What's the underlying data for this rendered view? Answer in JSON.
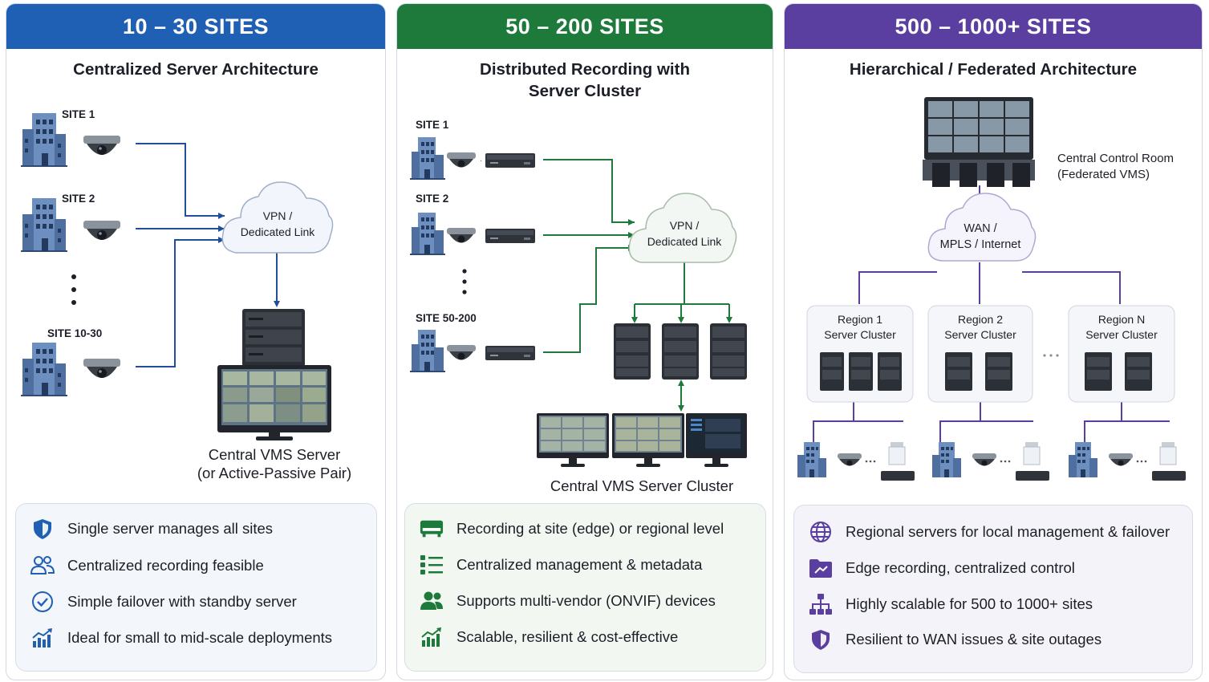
{
  "panels": [
    {
      "header": "10 – 30 SITES",
      "color": "#1f5fb4",
      "subtitle_lines": [
        "Centralized Server Architecture"
      ],
      "sites": [
        "SITE 1",
        "SITE 2",
        "SITE 10-30"
      ],
      "cloud_lines": [
        "VPN /",
        "Dedicated Link"
      ],
      "caption_lines": [
        "Central VMS Server",
        "(or Active-Passive Pair)"
      ],
      "features": [
        {
          "icon": "shield-icon",
          "text": "Single server manages all sites"
        },
        {
          "icon": "users-icon",
          "text": "Centralized recording feasible"
        },
        {
          "icon": "check-circle-icon",
          "text": "Simple failover with standby server"
        },
        {
          "icon": "growth-chart-icon",
          "text": "Ideal for small to mid-scale deployments"
        }
      ]
    },
    {
      "header": "50 – 200 SITES",
      "color": "#1d7a3a",
      "subtitle_lines": [
        "Distributed Recording with",
        "Server Cluster"
      ],
      "sites": [
        "SITE 1",
        "SITE 2",
        "SITE 50-200"
      ],
      "cloud_lines": [
        "VPN /",
        "Dedicated Link"
      ],
      "caption_lines": [
        "Central VMS Server Cluster"
      ],
      "features": [
        {
          "icon": "recorder-icon",
          "text": "Recording at site (edge) or regional level"
        },
        {
          "icon": "list-icon",
          "text": "Centralized management & metadata"
        },
        {
          "icon": "users-icon",
          "text": "Supports multi-vendor (ONVIF) devices"
        },
        {
          "icon": "growth-chart-icon",
          "text": "Scalable, resilient & cost-effective"
        }
      ]
    },
    {
      "header": "500 – 1000+ SITES",
      "color": "#5a3fa0",
      "subtitle_lines": [
        "Hierarchical / Federated Architecture"
      ],
      "control_room_lines": [
        "Central Control Room",
        "(Federated VMS)"
      ],
      "cloud_lines": [
        "WAN /",
        "MPLS / Internet"
      ],
      "regions": [
        {
          "line1": "Region 1",
          "line2": "Server Cluster"
        },
        {
          "line1": "Region 2",
          "line2": "Server Cluster"
        },
        {
          "line1": "Region N",
          "line2": "Server Cluster"
        }
      ],
      "features": [
        {
          "icon": "globe-icon",
          "text": "Regional servers for local management & failover"
        },
        {
          "icon": "folder-icon",
          "text": "Edge recording, centralized control"
        },
        {
          "icon": "hierarchy-icon",
          "text": "Highly scalable for 500 to 1000+ sites"
        },
        {
          "icon": "shield-icon",
          "text": "Resilient to WAN issues & site outages"
        }
      ]
    }
  ]
}
